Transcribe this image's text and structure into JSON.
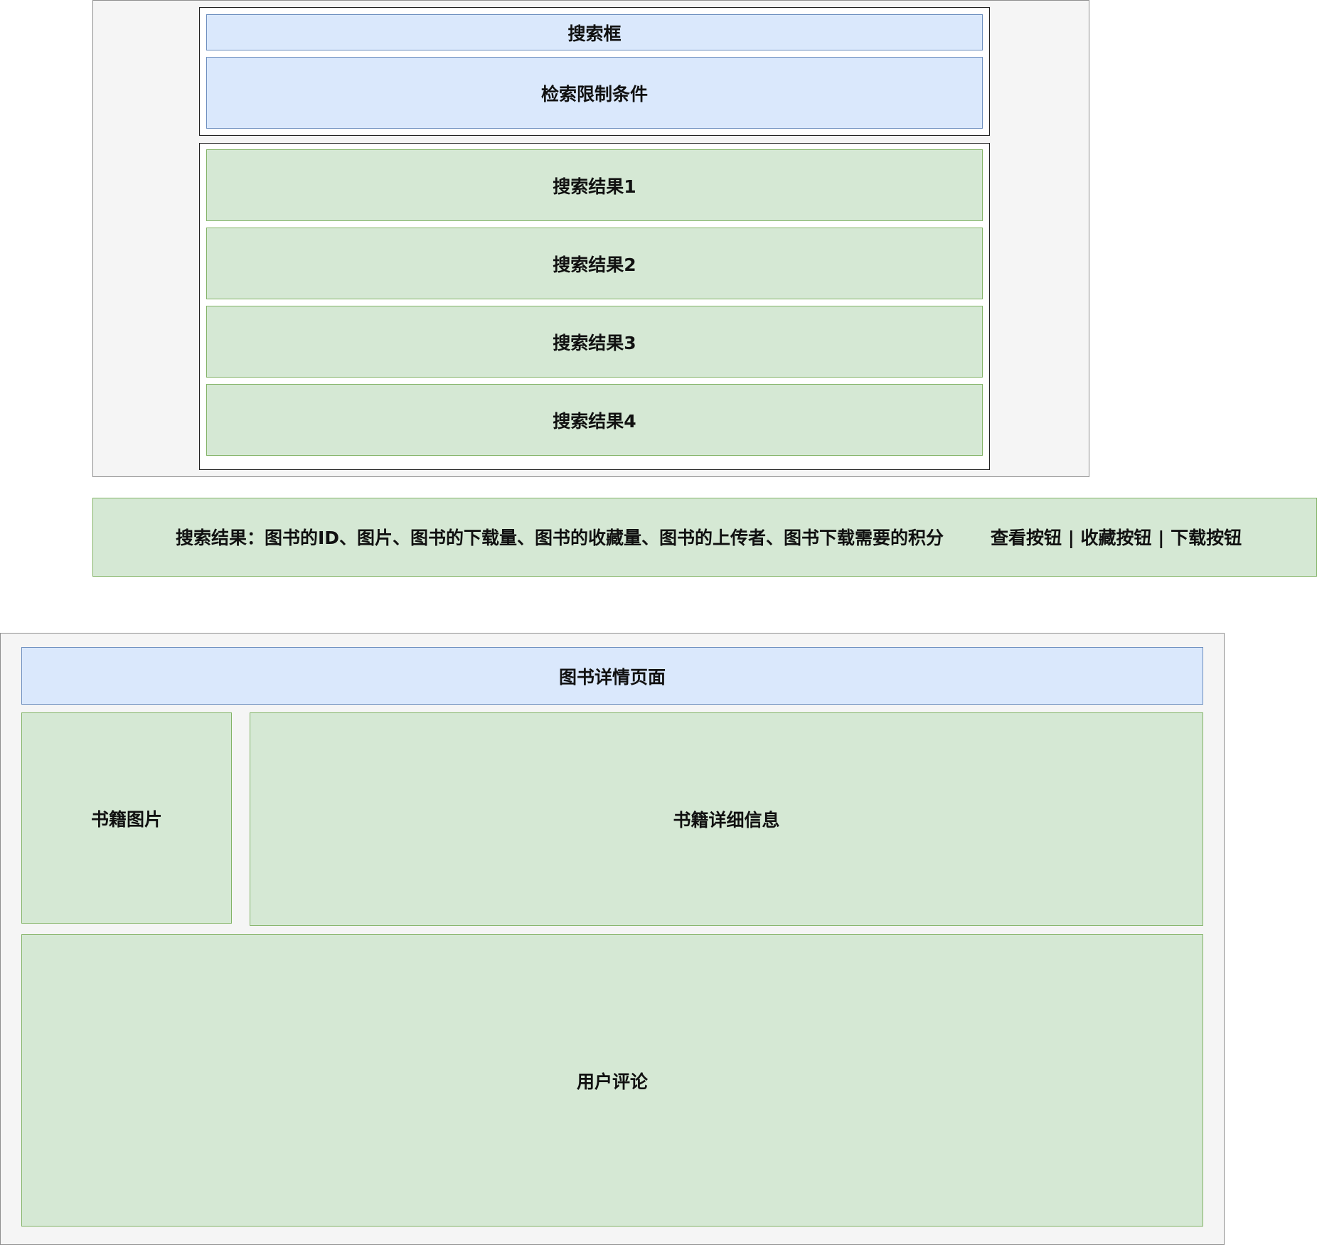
{
  "search_page": {
    "search_box": "搜索框",
    "filter_conditions": "检索限制条件",
    "results": [
      "搜索结果1",
      "搜索结果2",
      "搜索结果3",
      "搜索结果4"
    ]
  },
  "result_item": {
    "fields_text": "搜索结果：图书的ID、图片、图书的下载量、图书的收藏量、图书的上传者、图书下载需要的积分",
    "buttons_text": "查看按钮 | 收藏按钮 | 下载按钮"
  },
  "detail_page": {
    "title": "图书详情页面",
    "book_image": "书籍图片",
    "book_info": "书籍详细信息",
    "user_comments": "用户评论"
  },
  "colors": {
    "panel_fill": "#f5f5f5",
    "blue_fill": "#dae8fc",
    "blue_stroke": "#6c8ebf",
    "green_fill": "#d5e8d4",
    "green_stroke": "#82b366"
  }
}
